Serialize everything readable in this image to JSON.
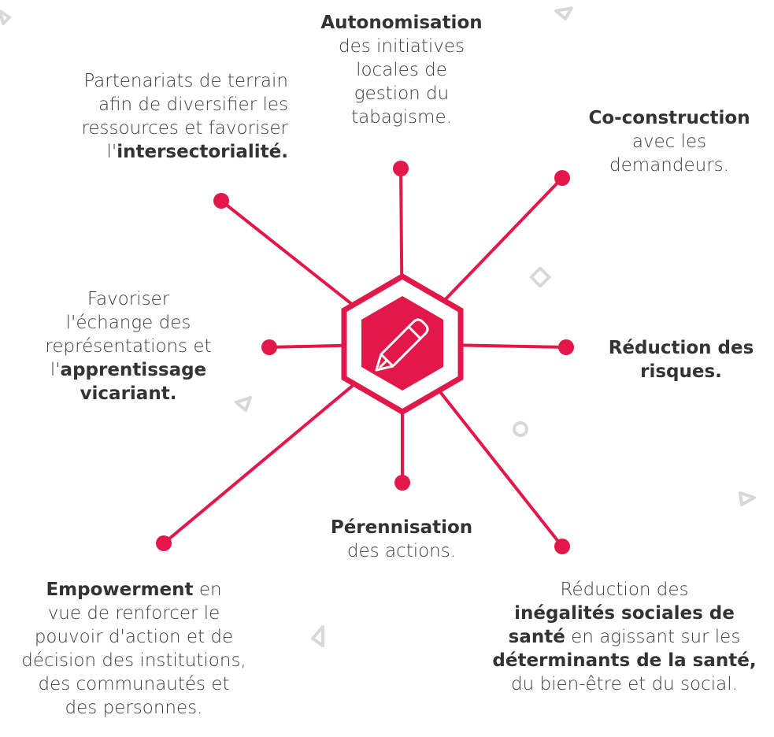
{
  "colors": {
    "accent": "#e2184a",
    "text": "#3c3c3c",
    "decor": "#d8d8d8",
    "background": "#ffffff"
  },
  "center_icon": "pencil-icon",
  "nodes": {
    "autonomisation": {
      "bold": "Autonomisation",
      "line1": "des initiatives",
      "line2": "locales de",
      "line3": "gestion du",
      "line4": "tabagisme."
    },
    "partenariats": {
      "line1": "Partenariats de terrain",
      "line2": "afin de diversifier les",
      "line3": "ressources et favoriser",
      "prefix": "l'",
      "bold": "intersectorialité."
    },
    "coconstruction": {
      "bold": "Co-construction",
      "line1": "avec les",
      "line2": "demandeurs."
    },
    "favoriser": {
      "line1": "Favoriser",
      "line2": "l'échange des",
      "line3": "représentations et",
      "prefix": "l'",
      "bold1": "apprentissage",
      "bold2": "vicariant."
    },
    "reduction_risques": {
      "bold1": "Réduction des",
      "bold2": "risques."
    },
    "perennisation": {
      "bold": "Pérennisation",
      "line1": "des actions."
    },
    "empowerment": {
      "bold": "Empowerment",
      "suffix": " en",
      "line1": "vue de renforcer le",
      "line2": "pouvoir d'action et de",
      "line3": "décision des institutions,",
      "line4": "des communautés et",
      "line5": "des personnes."
    },
    "inegalites": {
      "line1": "Réduction des",
      "bold1": "inégalités sociales de",
      "bold2": "santé",
      "mid": " en agissant sur les",
      "bold3": "déterminants de la santé,",
      "line2": "du bien-être et du social."
    }
  }
}
